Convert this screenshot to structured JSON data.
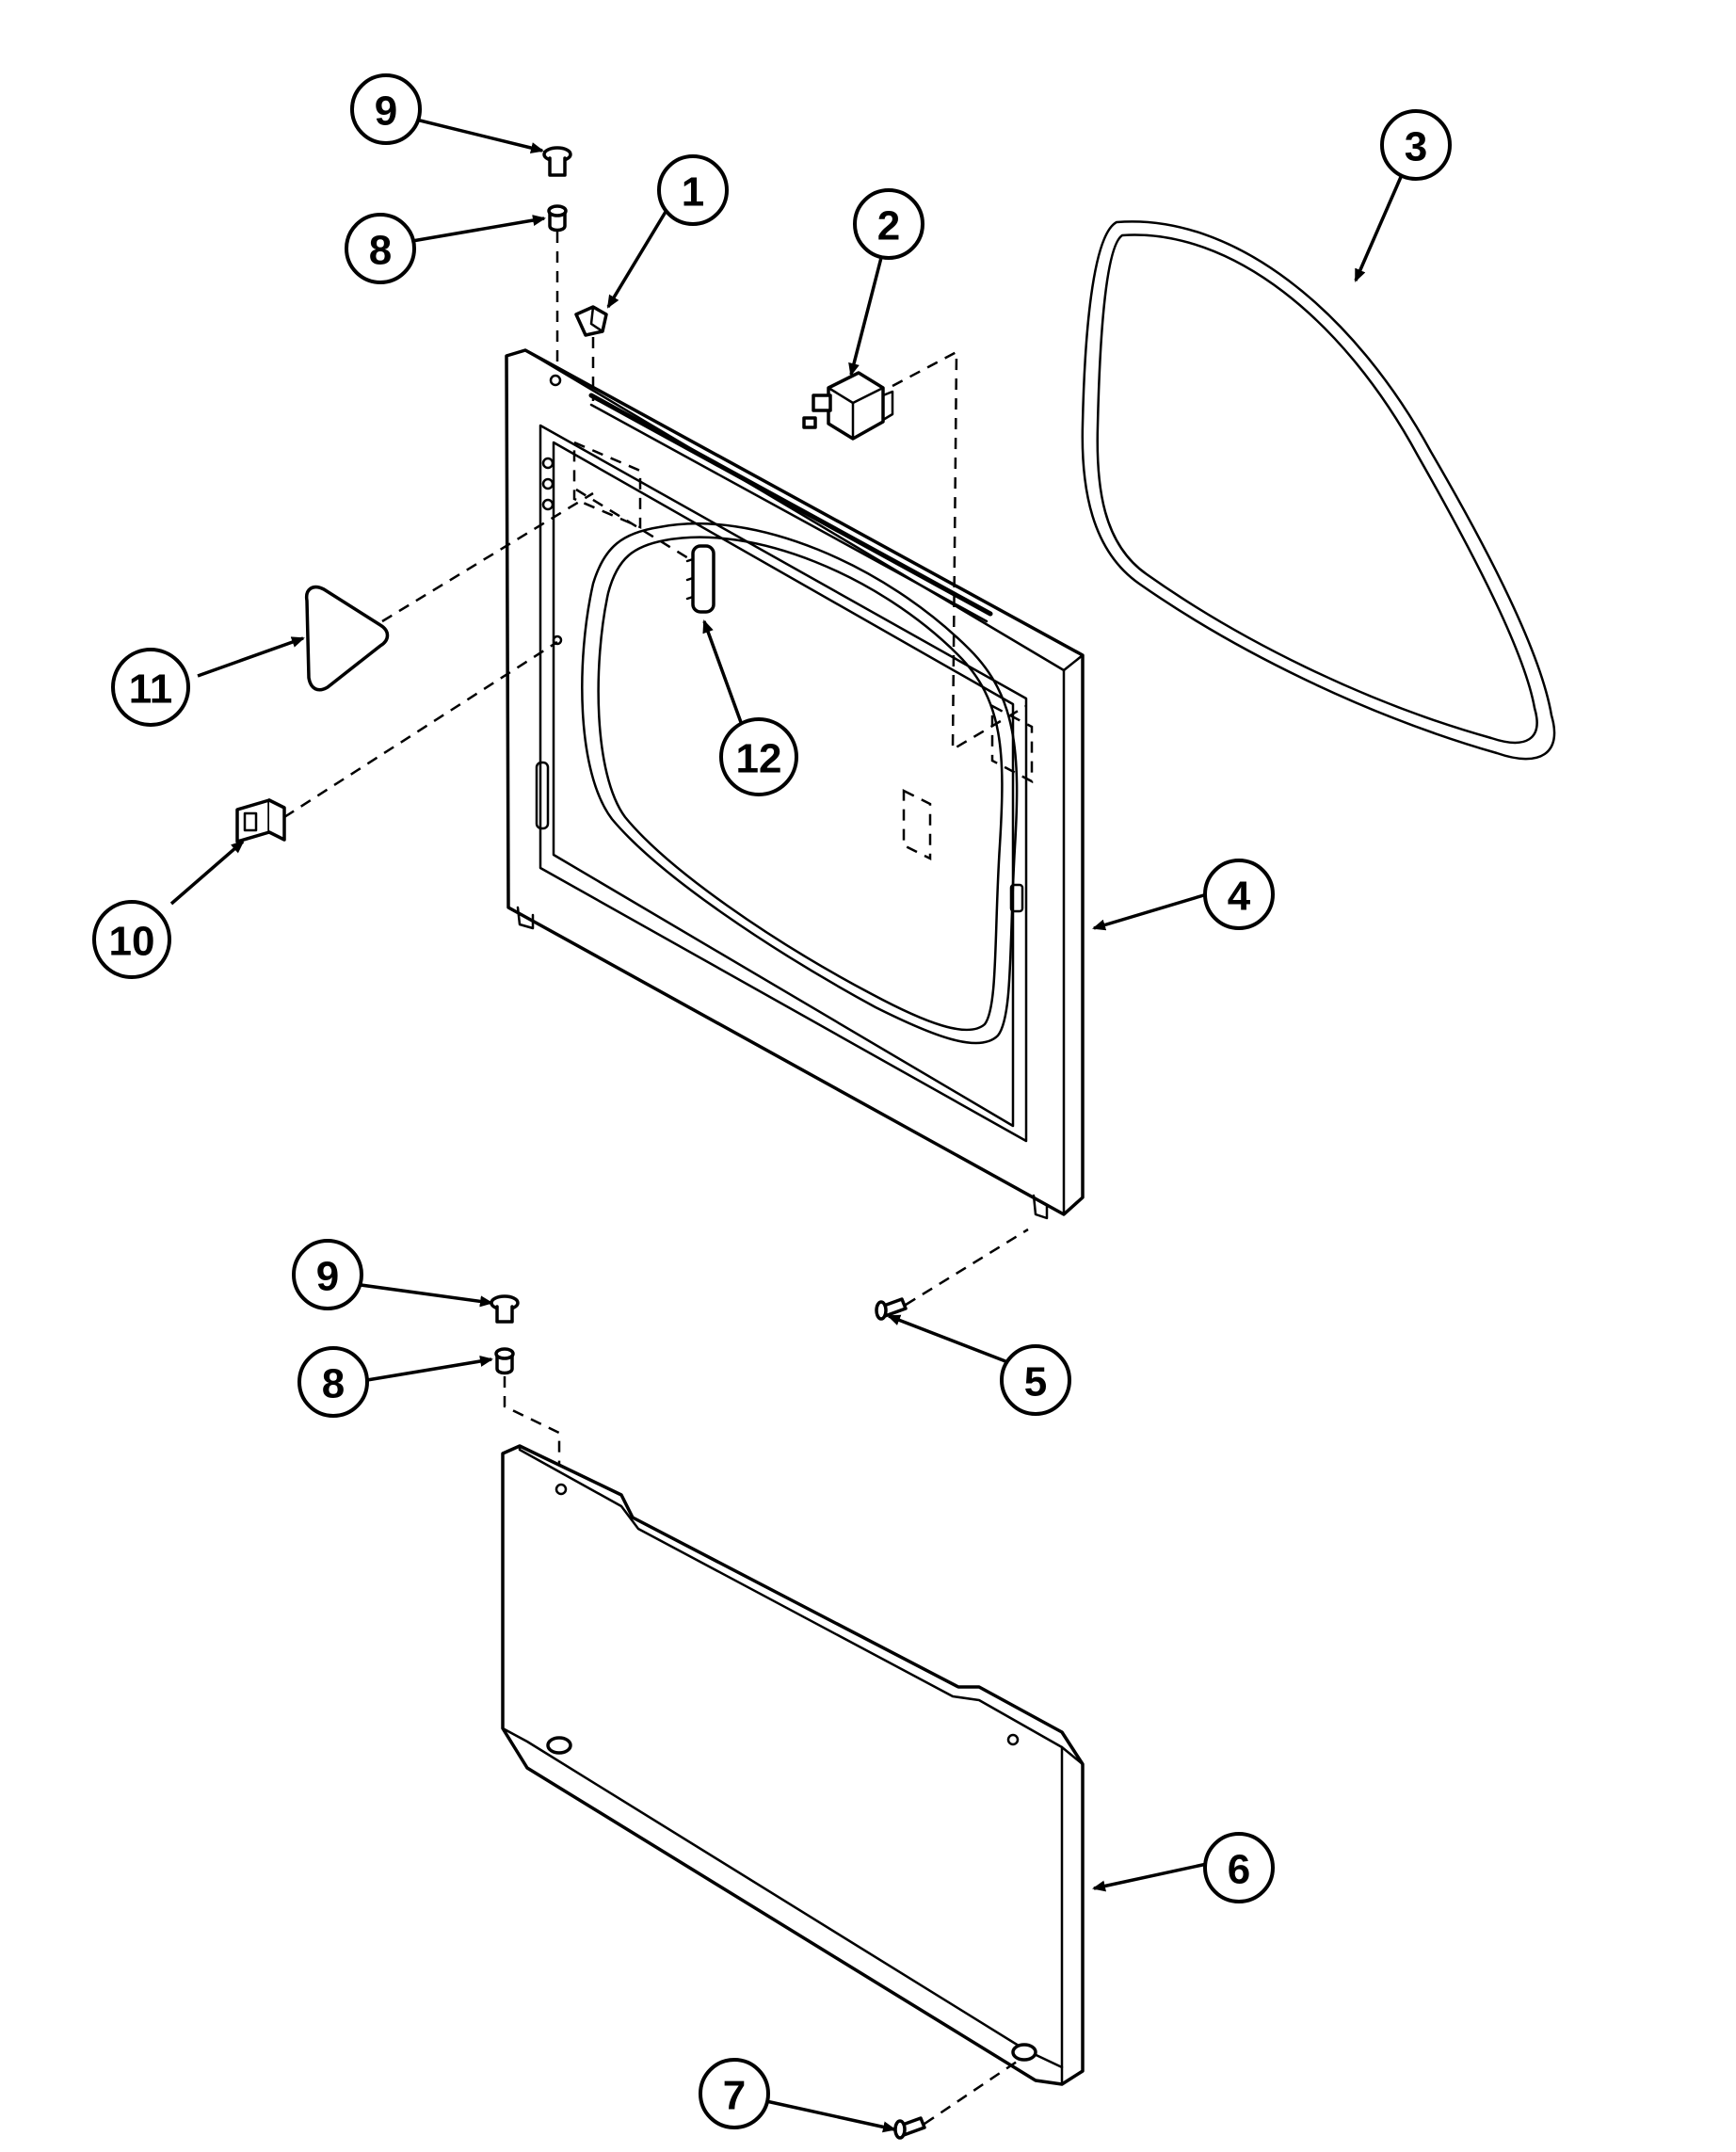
{
  "callouts": [
    {
      "id": "c9-top",
      "label": "9"
    },
    {
      "id": "c8-top",
      "label": "8"
    },
    {
      "id": "c1",
      "label": "1"
    },
    {
      "id": "c2",
      "label": "2"
    },
    {
      "id": "c3",
      "label": "3"
    },
    {
      "id": "c11",
      "label": "11"
    },
    {
      "id": "c12",
      "label": "12"
    },
    {
      "id": "c10",
      "label": "10"
    },
    {
      "id": "c4",
      "label": "4"
    },
    {
      "id": "c9-bottom",
      "label": "9"
    },
    {
      "id": "c8-bottom",
      "label": "8"
    },
    {
      "id": "c5",
      "label": "5"
    },
    {
      "id": "c6",
      "label": "6"
    },
    {
      "id": "c7",
      "label": "7"
    }
  ],
  "colors": {
    "line": "#000000",
    "background": "#ffffff"
  }
}
